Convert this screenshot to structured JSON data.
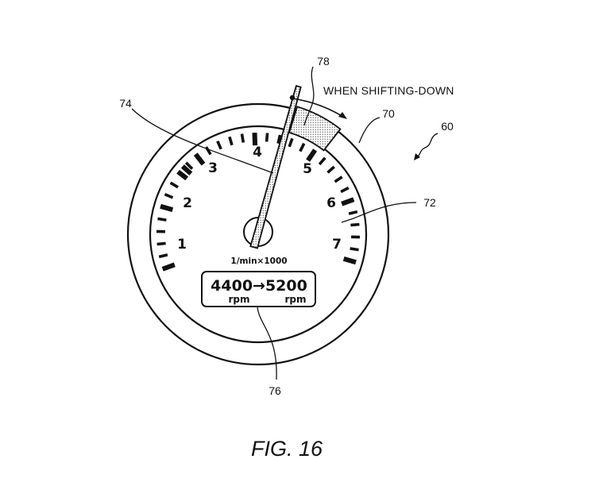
{
  "figure": {
    "caption": "FIG. 16",
    "annotation": "WHEN SHIFTING-DOWN"
  },
  "reference_numerals": {
    "device": "60",
    "outer_ring": "70",
    "dial_face": "72",
    "needle": "74",
    "digital_display": "76",
    "target_zone": "78"
  },
  "gauge": {
    "unit_label": "1/min×1000",
    "scale_numbers": [
      "1",
      "2",
      "3",
      "4",
      "5",
      "6",
      "7"
    ],
    "display": {
      "value_text": "4400→5200",
      "left_unit": "rpm",
      "right_unit": "rpm"
    }
  }
}
